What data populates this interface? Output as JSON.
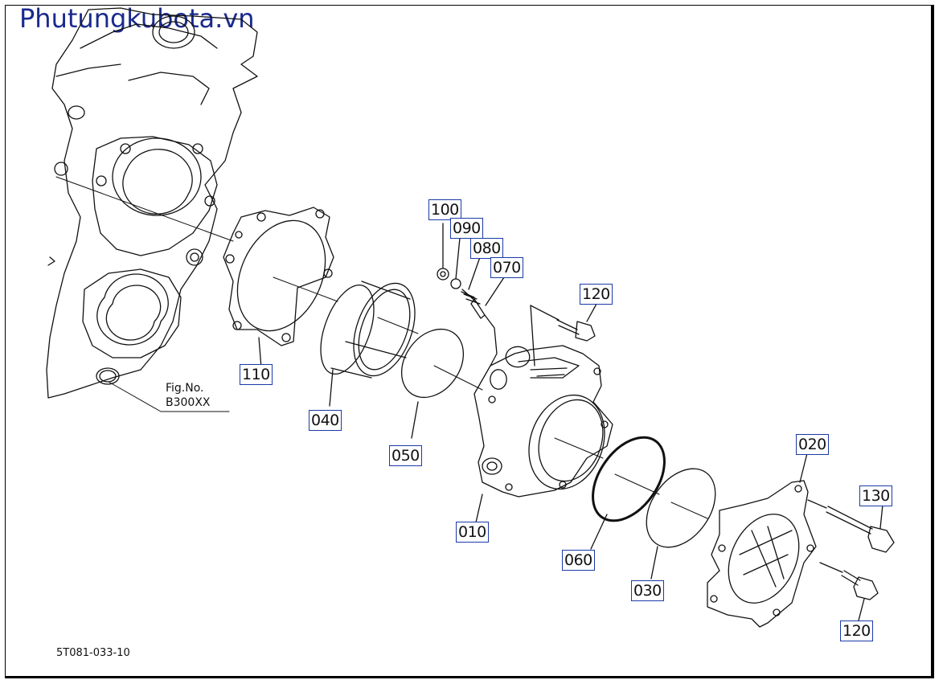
{
  "watermark": "Phutungkubota.vn",
  "figure_ref": {
    "line1": "Fig.No.",
    "line2": "B300XX"
  },
  "drawing_code": "5T081-033-10",
  "callout_color": "#1a3aa8",
  "callouts": [
    {
      "id": "p100",
      "label": "100"
    },
    {
      "id": "p090",
      "label": "090"
    },
    {
      "id": "p080",
      "label": "080"
    },
    {
      "id": "p070",
      "label": "070"
    },
    {
      "id": "p120a",
      "label": "120"
    },
    {
      "id": "p110",
      "label": "110"
    },
    {
      "id": "p040",
      "label": "040"
    },
    {
      "id": "p050",
      "label": "050"
    },
    {
      "id": "p010",
      "label": "010"
    },
    {
      "id": "p020",
      "label": "020"
    },
    {
      "id": "p130",
      "label": "130"
    },
    {
      "id": "p060",
      "label": "060"
    },
    {
      "id": "p030",
      "label": "030"
    },
    {
      "id": "p120b",
      "label": "120"
    }
  ]
}
